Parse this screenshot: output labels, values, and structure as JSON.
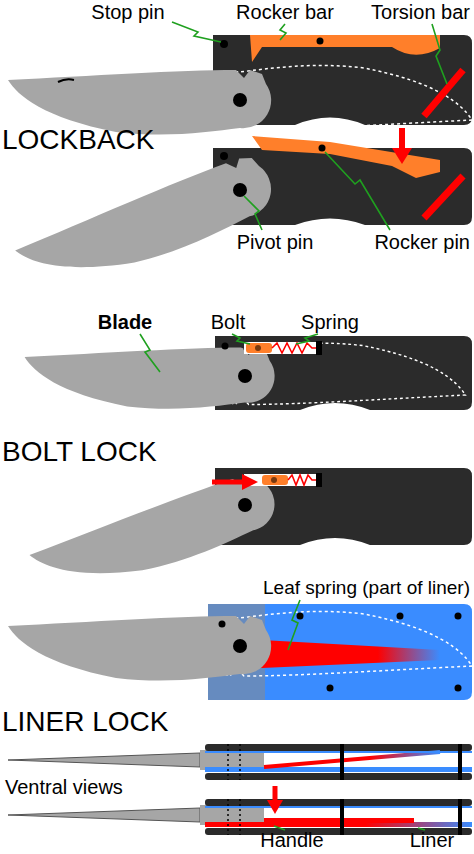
{
  "diagram": {
    "labels": [
      "Stop pin",
      "Rocker bar",
      "Torsion bar",
      "LOCKBACK",
      "Pivot pin",
      "Rocker pin",
      "Blade",
      "Bolt",
      "Spring",
      "BOLT LOCK",
      "Leaf spring (part of liner)",
      "LINER LOCK",
      "Ventral views",
      "Handle",
      "Liner"
    ]
  }
}
